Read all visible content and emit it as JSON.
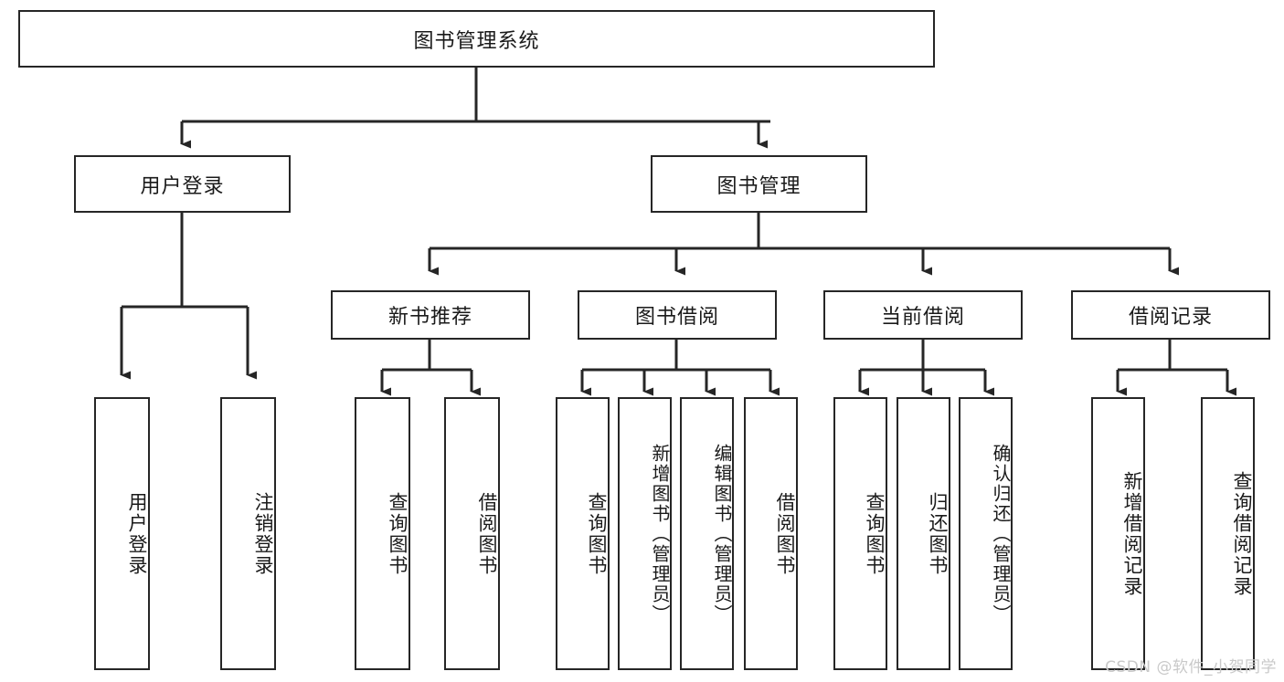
{
  "diagram": {
    "title": "图书管理系统",
    "type": "hierarchy-tree",
    "root": {
      "label": "图书管理系统"
    },
    "level2": [
      {
        "label": "用户登录"
      },
      {
        "label": "图书管理"
      }
    ],
    "level3": [
      {
        "label": "新书推荐"
      },
      {
        "label": "图书借阅"
      },
      {
        "label": "当前借阅"
      },
      {
        "label": "借阅记录"
      }
    ],
    "leaves": {
      "user_login": [
        {
          "label": "用户登录"
        },
        {
          "label": "注销登录"
        }
      ],
      "new_book": [
        {
          "label": "查询图书"
        },
        {
          "label": "借阅图书"
        }
      ],
      "book_borrow": [
        {
          "label": "查询图书"
        },
        {
          "label": "新增图书（管理员）"
        },
        {
          "label": "编辑图书（管理员）"
        },
        {
          "label": "借阅图书"
        }
      ],
      "current_borrow": [
        {
          "label": "查询图书"
        },
        {
          "label": "归还图书"
        },
        {
          "label": "确认归还（管理员）"
        }
      ],
      "borrow_record": [
        {
          "label": "新增借阅记录"
        },
        {
          "label": "查询借阅记录"
        }
      ]
    }
  },
  "watermark": {
    "text": "CSDN @软件_小贺同学"
  },
  "colors": {
    "box_border": "#262626",
    "box_fill": "#ffffff",
    "line": "#262626",
    "text": "#1a1a1a",
    "watermark": "#c9c9c9"
  }
}
